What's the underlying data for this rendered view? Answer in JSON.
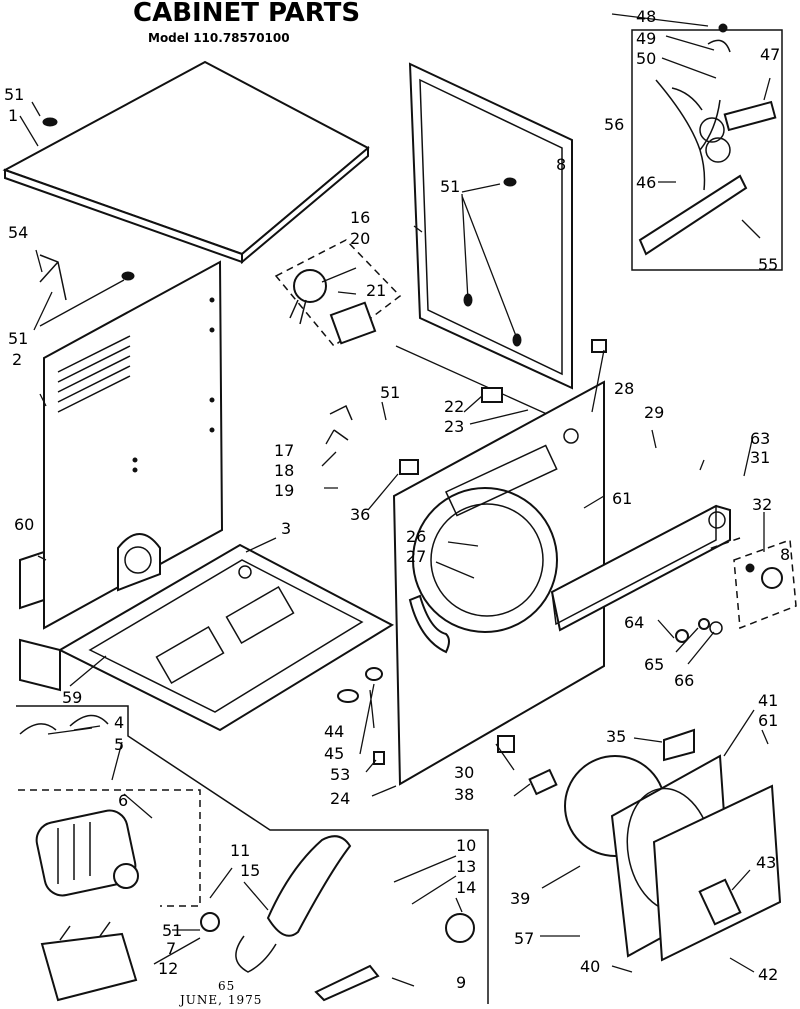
{
  "header": {
    "title": "CABINET PARTS",
    "model": "Model 110.78570100"
  },
  "footer": {
    "date_code": "65",
    "date": "JUNE, 1975"
  },
  "labels": {
    "p1": "1",
    "p2": "2",
    "p3": "3",
    "p4": "4",
    "p5": "5",
    "p6": "6",
    "p7": "7",
    "p8a": "8",
    "p8b": "8",
    "p9": "9",
    "p10": "10",
    "p11": "11",
    "p12": "12",
    "p13": "13",
    "p14": "14",
    "p15": "15",
    "p16": "16",
    "p17": "17",
    "p18": "18",
    "p19": "19",
    "p20": "20",
    "p21": "21",
    "p22": "22",
    "p23": "23",
    "p24": "24",
    "p26": "26",
    "p27": "27",
    "p28": "28",
    "p29": "29",
    "p30": "30",
    "p31": "31",
    "p32": "32",
    "p35": "35",
    "p36": "36",
    "p38": "38",
    "p39": "39",
    "p40": "40",
    "p41": "41",
    "p42": "42",
    "p43": "43",
    "p44": "44",
    "p45": "45",
    "p46": "46",
    "p47": "47",
    "p48": "48",
    "p49": "49",
    "p50": "50",
    "p51a": "51",
    "p51b": "51",
    "p51c": "51",
    "p51d": "51",
    "p51e": "51",
    "p53": "53",
    "p54": "54",
    "p55": "55",
    "p56": "56",
    "p57": "57",
    "p59": "59",
    "p60": "60",
    "p61a": "61",
    "p61b": "61",
    "p63": "63",
    "p64": "64",
    "p65": "65",
    "p66": "66"
  }
}
